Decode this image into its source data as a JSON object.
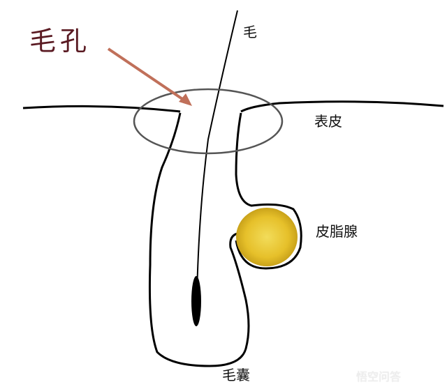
{
  "labels": {
    "pore": "毛孔",
    "hair": "毛",
    "epidermis": "表皮",
    "sebaceous_gland": "皮脂腺",
    "hair_follicle": "毛囊"
  },
  "watermark": "悟空问答",
  "colors": {
    "gland": "#e8c62a",
    "arrow": "#c0705a",
    "pore_label": "#5a1a22"
  }
}
